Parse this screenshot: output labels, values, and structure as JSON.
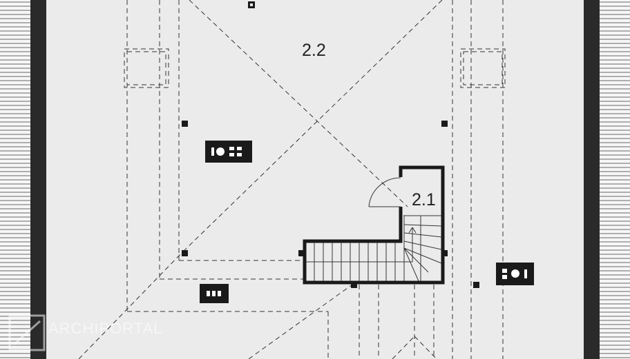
{
  "rooms": [
    {
      "id": "2.2",
      "label": "2.2"
    },
    {
      "id": "2.1",
      "label": "2.1"
    }
  ],
  "watermark": {
    "brand": "ARCHIPORTAL"
  },
  "symbols": {
    "radiator_large": "radiator-icon",
    "radiator_small": "radiator-icon",
    "radiator_right": "radiator-icon",
    "ceiling_point": "ceiling-point-icon"
  },
  "colors": {
    "background": "#ebebeb",
    "wall": "#1a1a1a",
    "ink": "#222222"
  }
}
